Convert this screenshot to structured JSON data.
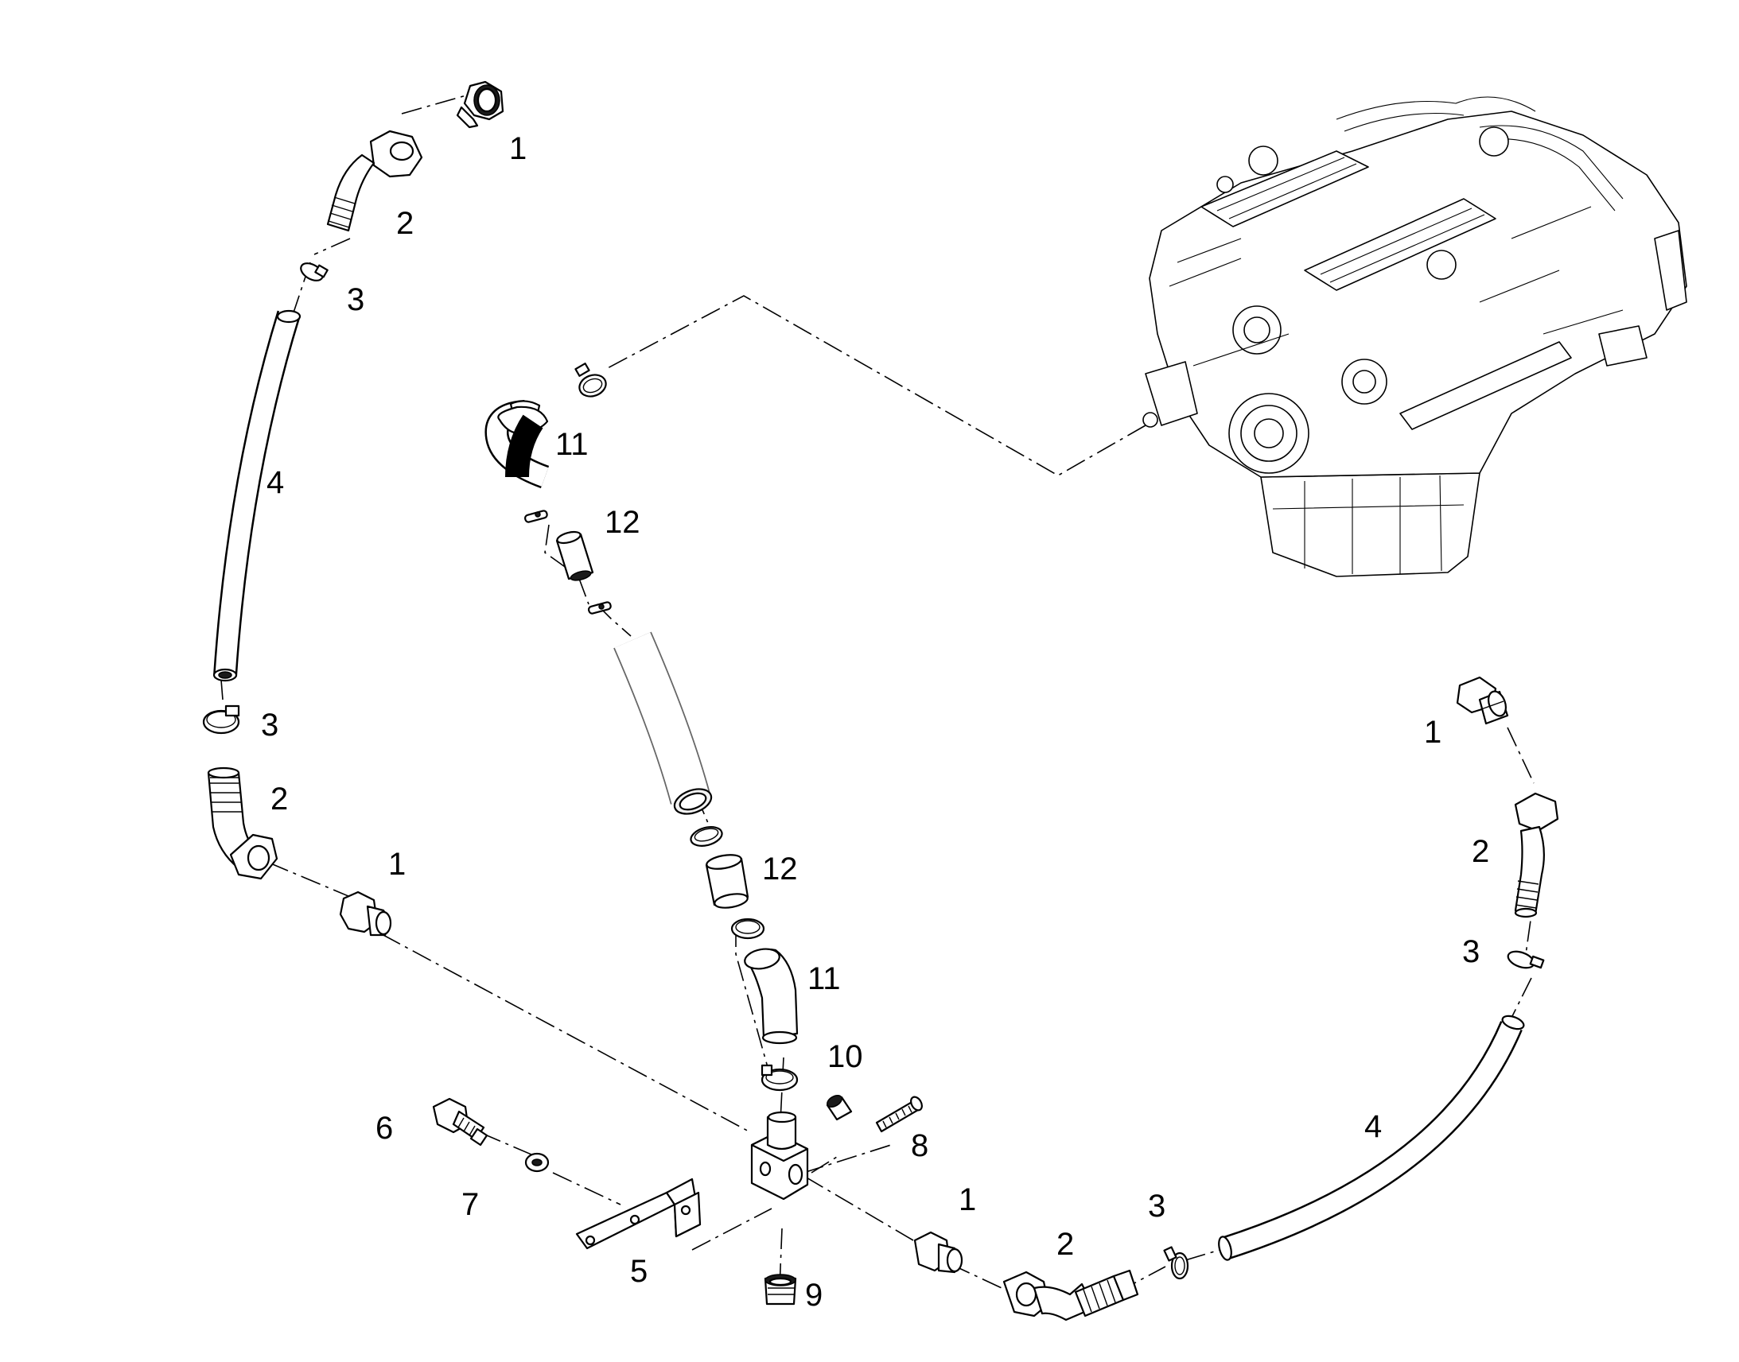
{
  "callouts": {
    "left_fitting_top": "1",
    "left_elbow_top": "2",
    "left_clamp_top": "3",
    "left_hose": "4",
    "left_clamp_bottom": "3",
    "left_elbow_bottom": "2",
    "left_fitting_bottom": "1",
    "center_elbow_top": "11",
    "center_connector_top": "12",
    "center_connector_bottom": "12",
    "center_elbow_bottom": "11",
    "clamp_10": "10",
    "bolt_6": "6",
    "washer_7": "7",
    "bracket_5": "5",
    "screw_8": "8",
    "plug_9": "9",
    "right_fitting_top": "1",
    "right_elbow_top": "2",
    "right_clamp_top": "3",
    "right_hose": "4",
    "bottom_fitting": "1",
    "bottom_elbow": "2",
    "bottom_clamp": "3"
  }
}
